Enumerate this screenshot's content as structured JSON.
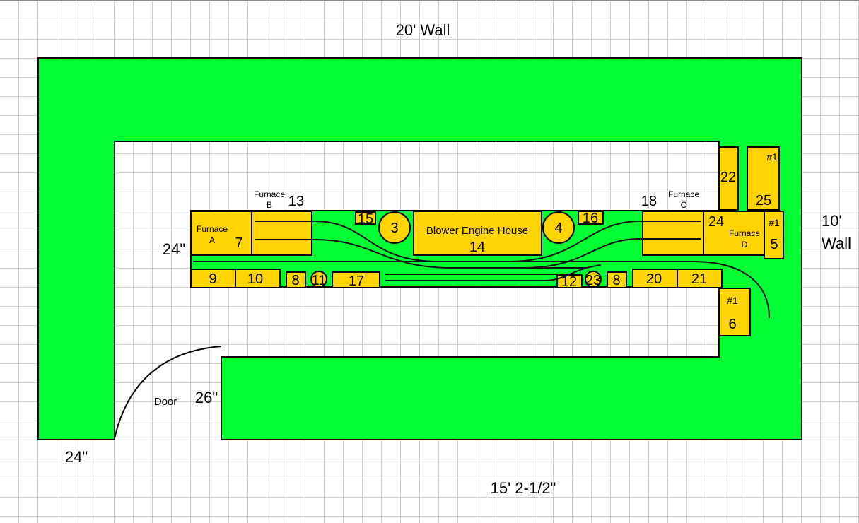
{
  "title": "20' Wall",
  "right_wall": {
    "line1": "10'",
    "line2": "Wall"
  },
  "bottom_dimension": "15' 2-1/2\"",
  "left_peninsula_width": "24\"",
  "left_leg_width": "24\"",
  "aisle_width": "26\"",
  "door_label": "Door",
  "colors": {
    "benchwork": "#00FF33",
    "structure": "#FFD400",
    "grid": "#C0C0C0"
  },
  "structures": {
    "furnace_a": {
      "name": "Furnace",
      "letter": "A",
      "num": "7"
    },
    "furnace_b": {
      "name": "Furnace",
      "letter": "B",
      "num": "13"
    },
    "furnace_c": {
      "name": "Furnace",
      "letter": "C",
      "num": "18"
    },
    "furnace_d": {
      "name": "Furnace",
      "letter": "D",
      "num": "24"
    },
    "blower": {
      "name": "Blower Engine House",
      "num": "14"
    },
    "s3": "3",
    "s4": "4",
    "s5": {
      "tag": "#1",
      "num": "5"
    },
    "s6": {
      "tag": "#1",
      "num": "6"
    },
    "s8a": "8",
    "s8b": "8",
    "s9": "9",
    "s10": "10",
    "s11": "11",
    "s12": "12",
    "s15": "15",
    "s16": "16",
    "s17": "17",
    "s20": "20",
    "s21": "21",
    "s22": "22",
    "s23": "23",
    "s25": {
      "tag": "#1",
      "num": "25"
    }
  }
}
